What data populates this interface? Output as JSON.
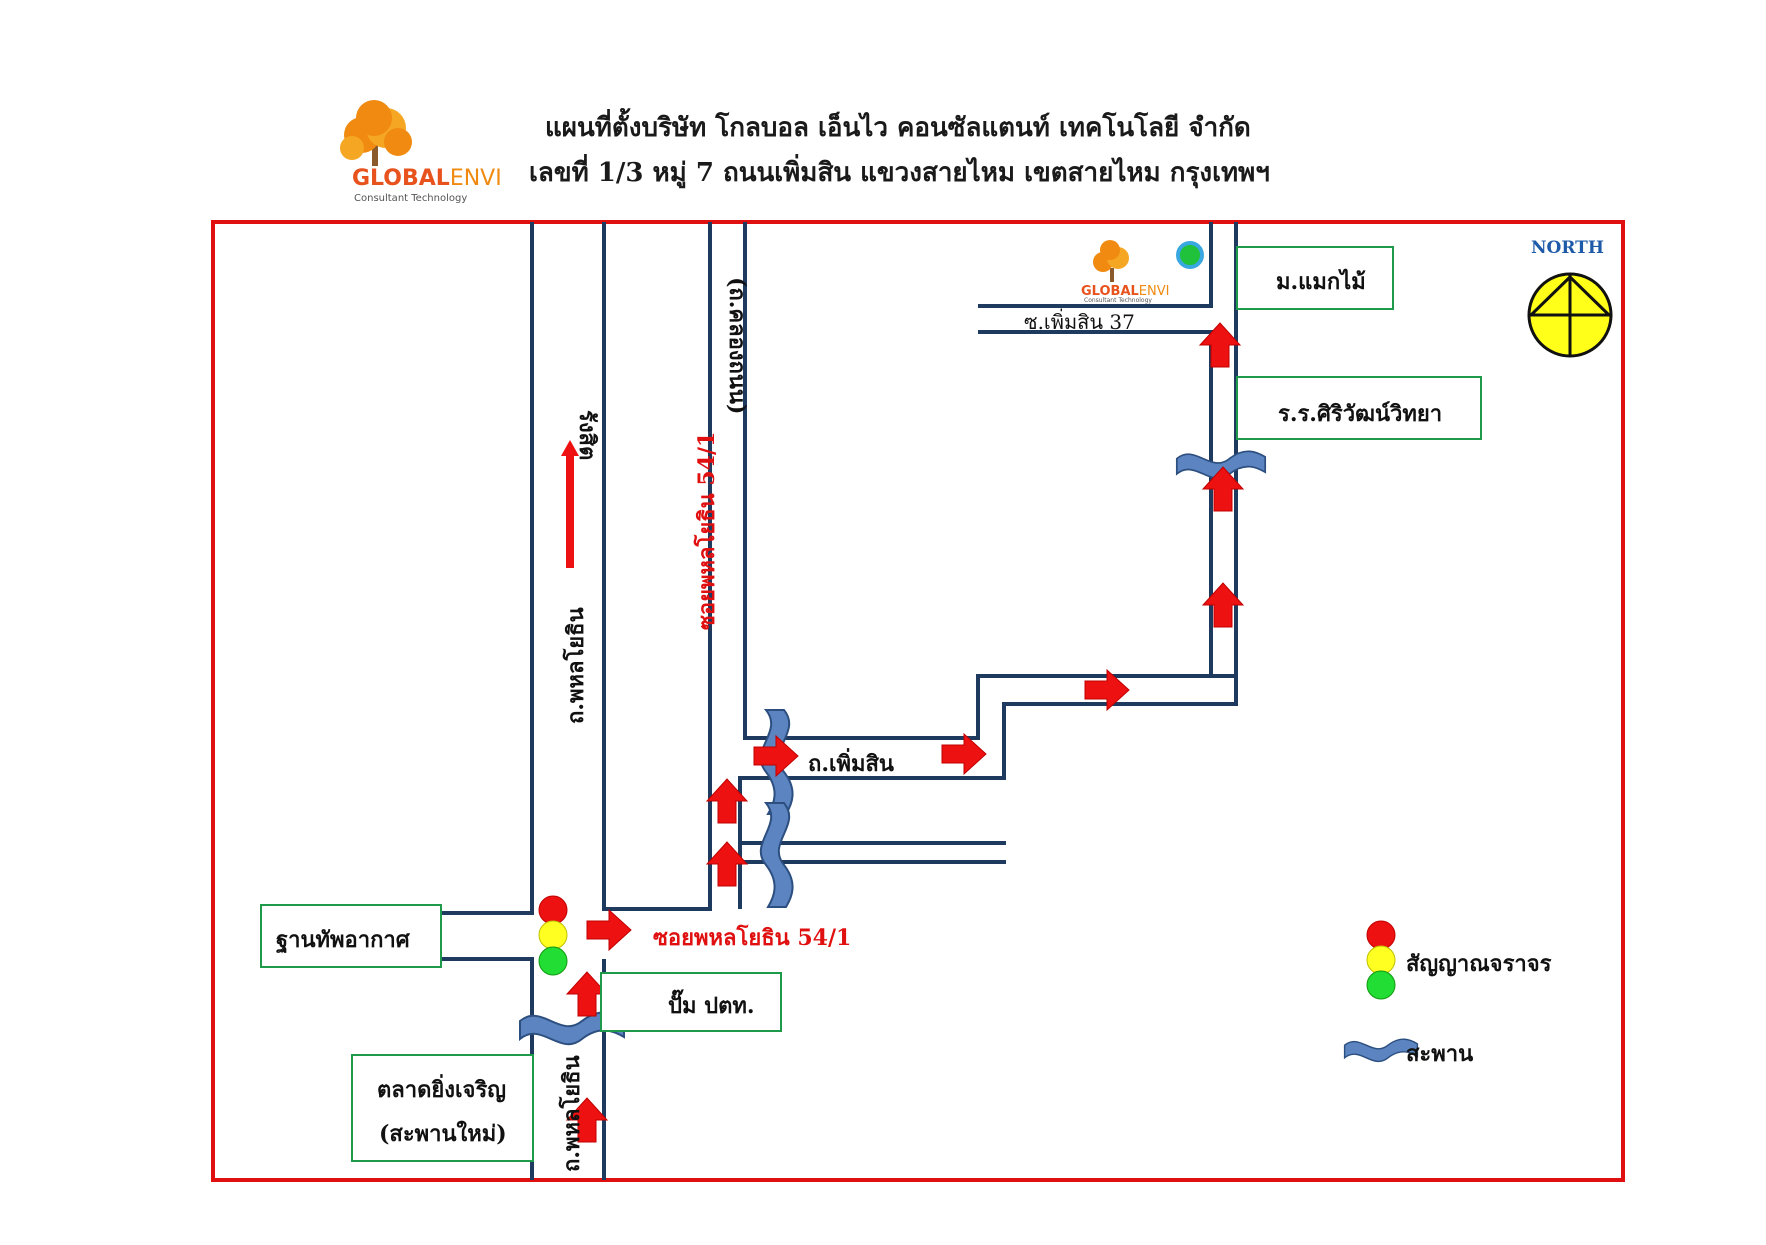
{
  "header": {
    "title_line1": "แผนที่ตั้งบริษัท โกลบอล เอ็นไว คอนซัลแตนท์ เทคโนโลยี จำกัด",
    "title_line2": "เลขที่ 1/3 หมู่ 7 ถนนเพิ่มสิน  แขวงสายไหม  เขตสายไหม  กรุงเทพฯ"
  },
  "logo": {
    "brand_a": "GLOBAL",
    "brand_b": "ENVI",
    "tagline": "Consultant Technology"
  },
  "compass": {
    "label": "NORTH"
  },
  "roads": {
    "phahonyothin_main": "ถ.พหลโยธิน",
    "phahonyothin_lower": "ถ.พหลโยธิน",
    "rangsit": "รังสิต",
    "soi_vertical": "ซอยพหลโยธิน 54/1",
    "khlong_thanon": "(ถ.คลองถนน)",
    "soi_horizontal": "ซอยพหลโยธิน 54/1",
    "phoemsin": "ถ.เพิ่มสิน",
    "soi_phoemsin_37": "ซ.เพิ่มสิน 37"
  },
  "places": {
    "air_force_base": "ฐานทัพอากาศ",
    "market_line1": "ตลาดยิ่งเจริญ",
    "market_line2": "(สะพานใหม่)",
    "ptt_station": "ปั๊ม ปตท.",
    "village": "ม.แมกไม้",
    "school": "ร.ร.ศิริวัฒน์วิทยา"
  },
  "legend": {
    "traffic_light": "สัญญาณจราจร",
    "bridge": "สะพาน"
  },
  "colors": {
    "frame": "#e01010",
    "road": "#1f3a5f",
    "arrow": "#ee1111",
    "bridge": "#5b84c0",
    "box_border": "#1f9a4a",
    "place_dot": "#1fc23a",
    "place_ring": "#3aa8e0",
    "compass_fill": "#ffff1a",
    "compass_text": "#1e5aa8",
    "logo_orange": "#f08a10",
    "logo_gray": "#8a8a8a"
  }
}
